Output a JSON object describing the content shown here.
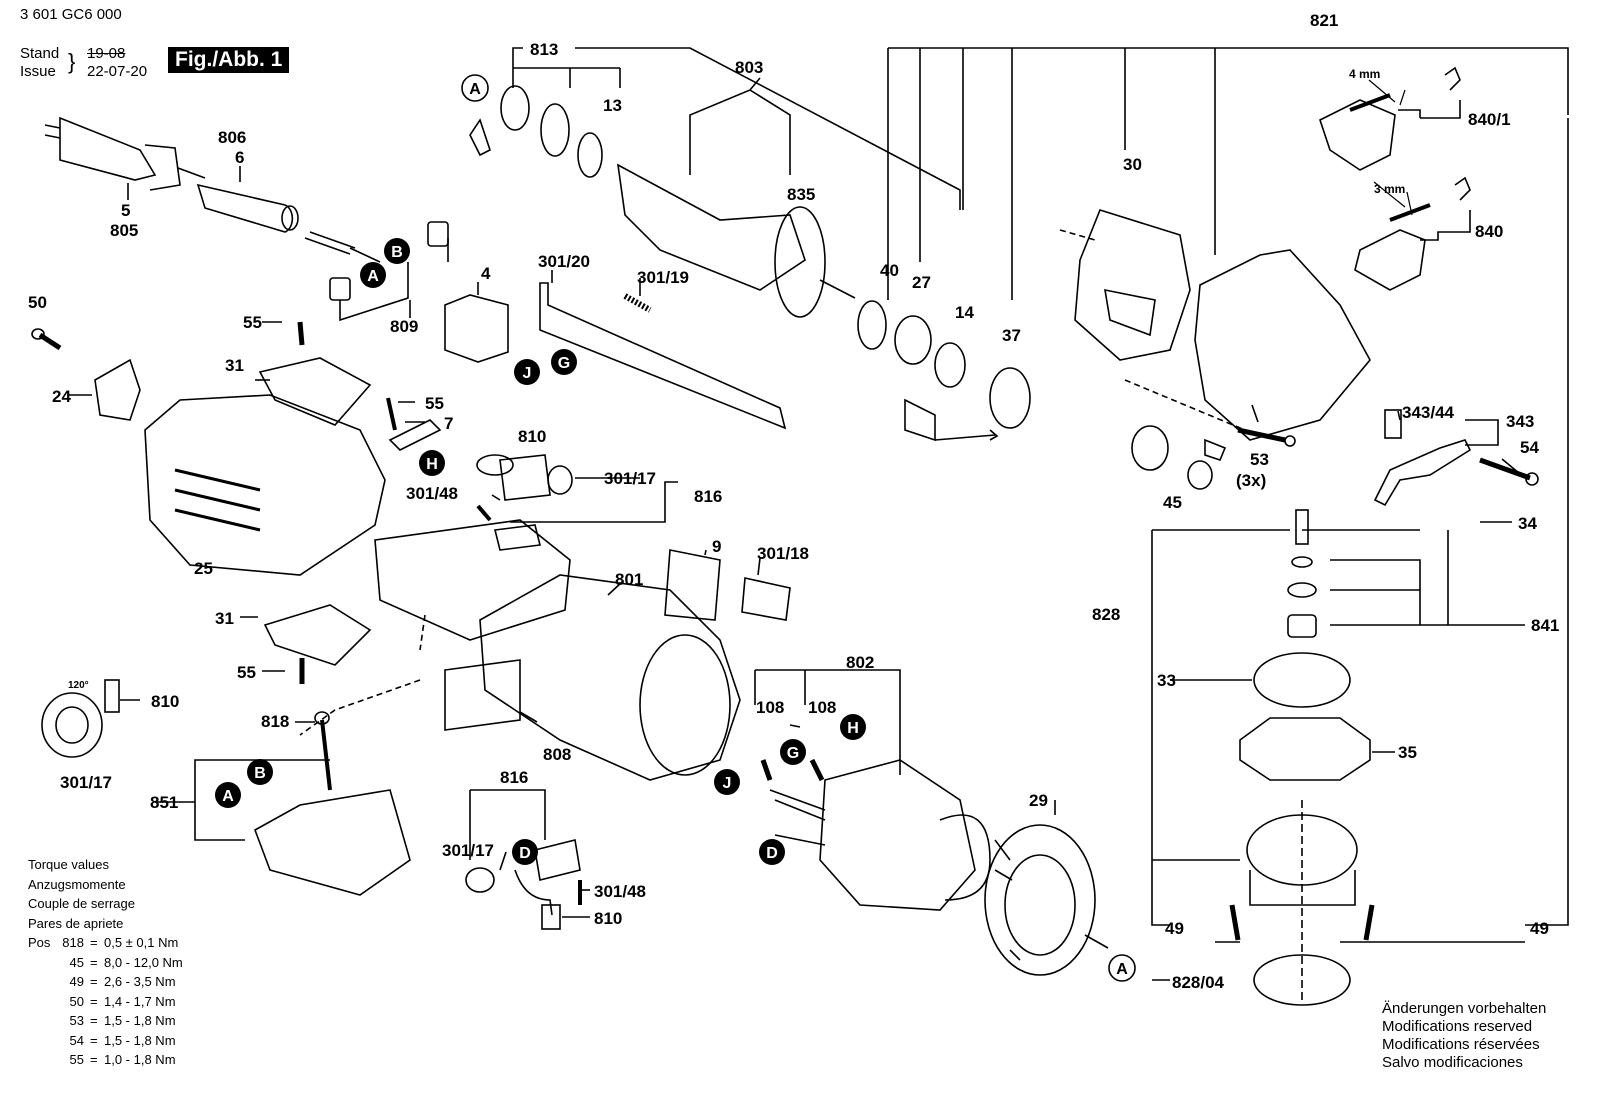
{
  "header": {
    "doc_number": "3 601 GC6 000",
    "stand_label": "Stand",
    "issue_label": "Issue",
    "old_date": "19-08",
    "date": "22-07-20",
    "figure_label": "Fig./Abb. 1"
  },
  "labels": [
    "813",
    "803",
    "821",
    "13",
    "806",
    "6",
    "835",
    "30",
    "4 mm",
    "840/1",
    "3 mm",
    "840",
    "5",
    "805",
    "301/20",
    "4",
    "301/19",
    "40",
    "27",
    "14",
    "37",
    "50",
    "809",
    "55",
    "31",
    "55",
    "7",
    "24",
    "810",
    "343/44",
    "343",
    "54",
    "53",
    "(3x)",
    "45",
    "H",
    "301/48",
    "301/17",
    "816",
    "25",
    "9",
    "301/18",
    "34",
    "801",
    "828",
    "841",
    "31",
    "33",
    "802",
    "55",
    "120°",
    "810",
    "818",
    "108",
    "108",
    "35",
    "808",
    "851",
    "301/17",
    "816",
    "29",
    "301/17",
    "301/48",
    "810",
    "49",
    "49",
    "828/04"
  ],
  "markers": [
    "A",
    "B",
    "A",
    "J",
    "G",
    "H",
    "B",
    "A",
    "J",
    "G",
    "H",
    "D",
    "D",
    "A"
  ],
  "torque": {
    "titles": [
      "Torque values",
      "Anzugsmomente",
      "Couple de serrage",
      "Pares de apriete"
    ],
    "pos_prefix": "Pos",
    "rows": [
      {
        "pos": "818",
        "value": "0,5 ± 0,1 Nm"
      },
      {
        "pos": "45",
        "value": "8,0 - 12,0 Nm"
      },
      {
        "pos": "49",
        "value": "2,6 - 3,5 Nm"
      },
      {
        "pos": "50",
        "value": "1,4 - 1,7 Nm"
      },
      {
        "pos": "53",
        "value": "1,5 - 1,8 Nm"
      },
      {
        "pos": "54",
        "value": "1,5 - 1,8 Nm"
      },
      {
        "pos": "55",
        "value": "1,0 - 1,8 Nm"
      }
    ]
  },
  "notice": [
    "Änderungen vorbehalten",
    "Modifications reserved",
    "Modifications réservées",
    "Salvo modificaciones"
  ]
}
